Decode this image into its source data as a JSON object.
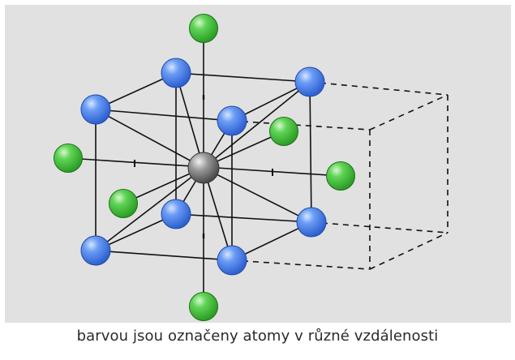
{
  "figure": {
    "caption": "barvou jsou označeny atomy v různé vzdálenosti",
    "colors": {
      "background": "#e1e1e1",
      "center_atom": "#8a8a8a",
      "nearest_neighbor_atom": "#4f86ee",
      "second_neighbor_atom": "#44c23a",
      "bond_line": "#111111",
      "adjacent_cell_edge": "#111111"
    },
    "atoms": {
      "center": {
        "name": "center-atom"
      },
      "nearest_count": 8,
      "second_count": 6
    }
  }
}
